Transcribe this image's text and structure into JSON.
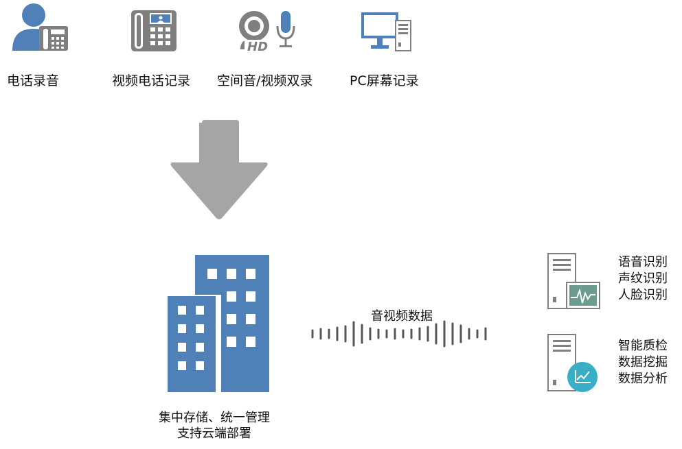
{
  "colors": {
    "blue": "#4f81b8",
    "gray": "#7f7f7f",
    "arrow": "#a5a5a5",
    "teal": "#3aaec7",
    "screen_green": "#6b9c8e"
  },
  "sources": [
    {
      "label": "电话录音",
      "icon": "person-phone-icon"
    },
    {
      "label": "视频电话记录",
      "icon": "video-phone-icon"
    },
    {
      "label": "空间音/视频双录",
      "icon": "hd-webcam-mic-icon"
    },
    {
      "label": "PC屏幕记录",
      "icon": "pc-monitor-icon"
    }
  ],
  "center": {
    "line1": "集中存储、统一管理",
    "line2": "支持云端部署",
    "icon": "buildings-icon"
  },
  "wave_label": "音视频数据",
  "right_groups": [
    {
      "icon": "server-monitor-icon",
      "items": [
        "语音识别",
        "声纹识别",
        "人脸识别"
      ]
    },
    {
      "icon": "server-chart-icon",
      "items": [
        "智能质检",
        "数据挖掘",
        "数据分析"
      ]
    }
  ]
}
